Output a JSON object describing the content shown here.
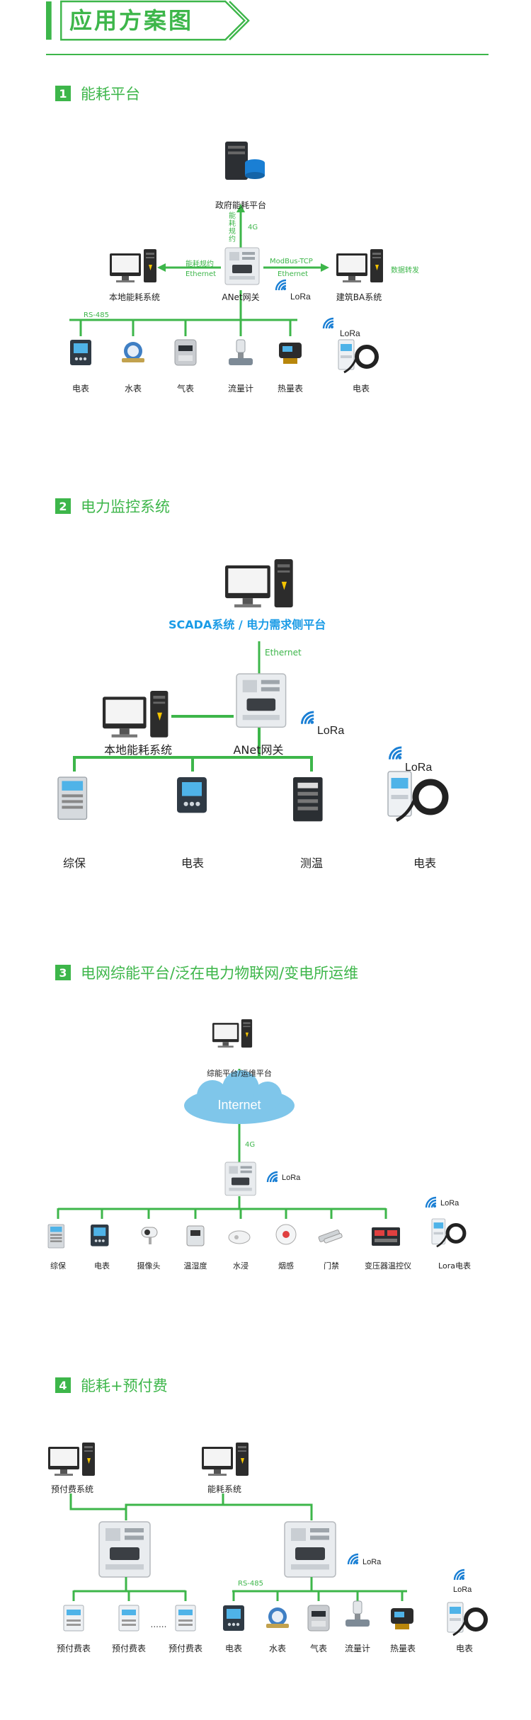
{
  "page_title": "应用方案图",
  "colors": {
    "accent": "#3db64a",
    "blue": "#1a9be6",
    "cloud": "#7fc6ea"
  },
  "sections": [
    {
      "num": "1",
      "title": "能耗平台"
    },
    {
      "num": "2",
      "title": "电力监控系统"
    },
    {
      "num": "3",
      "title": "电网综能平台/泛在电力物联网/变电所运维"
    },
    {
      "num": "4",
      "title": "能耗+预付费"
    }
  ],
  "s1": {
    "gov_platform": "政府能耗平台",
    "vertical_label": "能耗规约",
    "link_4g": "4G",
    "local_system": "本地能耗系统",
    "gateway": "ANet网关",
    "ba_system": "建筑BA系统",
    "left_link_top": "能耗规约",
    "left_link_bottom": "Ethernet",
    "right_link_top": "ModBus-TCP",
    "right_link_bottom": "Ethernet",
    "ba_note": "数据转发",
    "rs485": "RS-485",
    "lora": "LoRa",
    "lora_right": "LoRa",
    "devices": [
      "电表",
      "水表",
      "气表",
      "流量计",
      "热量表"
    ],
    "lora_meter": "电表"
  },
  "s2": {
    "scada": "SCADA系统 / 电力需求侧平台",
    "ethernet": "Ethernet",
    "local_system": "本地能耗系统",
    "gateway": "ANet网关",
    "lora": "LoRa",
    "lora_right": "LoRa",
    "devices": [
      "综保",
      "电表",
      "测温"
    ],
    "lora_meter": "电表"
  },
  "s3": {
    "platform": "综能平台/运维平台",
    "internet": "Internet",
    "link_4g": "4G",
    "lora": "LoRa",
    "lora_right": "LoRa",
    "devices": [
      "综保",
      "电表",
      "摄像头",
      "温湿度",
      "水浸",
      "烟感",
      "门禁",
      "变压器温控仪"
    ],
    "lora_meter": "Lora电表"
  },
  "s4": {
    "prepay_system": "预付费系统",
    "energy_system": "能耗系统",
    "lora": "LoRa",
    "lora_right": "LoRa",
    "rs485": "RS-485",
    "ellipsis": "......",
    "left_devices": [
      "预付费表",
      "预付费表",
      "预付费表"
    ],
    "right_devices": [
      "电表",
      "水表",
      "气表",
      "流量计",
      "热量表"
    ],
    "lora_meter": "电表"
  }
}
